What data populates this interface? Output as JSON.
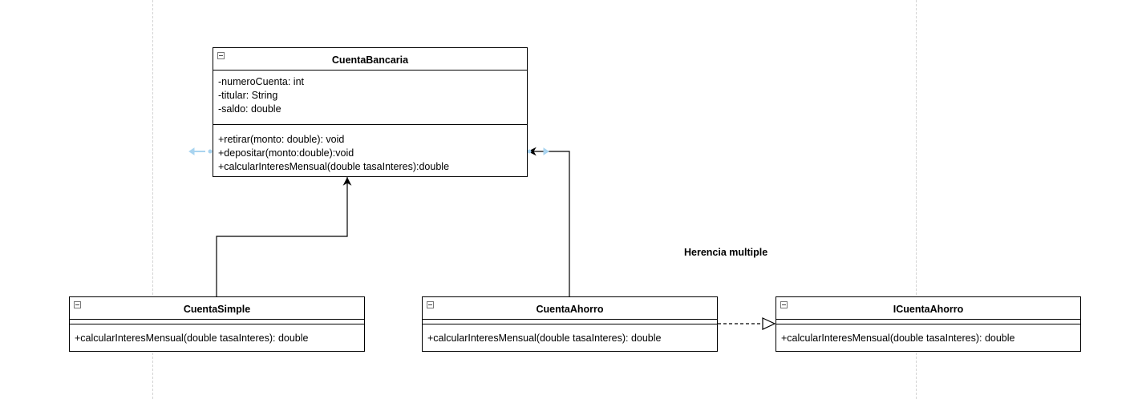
{
  "classes": {
    "cuenta_bancaria": {
      "name": "CuentaBancaria",
      "attributes": [
        "-numeroCuenta: int",
        "-titular: String",
        "-saldo: double"
      ],
      "operations": [
        "+retirar(monto: double): void",
        "+depositar(monto:double):void",
        "+calcularInteresMensual(double tasaInteres):double"
      ]
    },
    "cuenta_simple": {
      "name": "CuentaSimple",
      "operations": [
        "+calcularInteresMensual(double tasaInteres): double"
      ]
    },
    "cuenta_ahorro": {
      "name": "CuentaAhorro",
      "operations": [
        "+calcularInteresMensual(double tasaInteres): double"
      ]
    },
    "icuenta_ahorro": {
      "name": "ICuentaAhorro",
      "operations": [
        "+calcularInteresMensual(double tasaInteres): double"
      ]
    }
  },
  "annotations": {
    "herencia": "Herencia multiple"
  },
  "relations": [
    {
      "from": "CuentaSimple",
      "to": "CuentaBancaria",
      "kind": "association-arrow"
    },
    {
      "from": "CuentaAhorro",
      "to": "CuentaBancaria",
      "kind": "association-arrow"
    },
    {
      "from": "CuentaAhorro",
      "to": "ICuentaAhorro",
      "kind": "realization"
    }
  ],
  "colors": {
    "line": "#000000",
    "guide": "#d4d4d4",
    "hover_hint": "#a9d4f0"
  }
}
